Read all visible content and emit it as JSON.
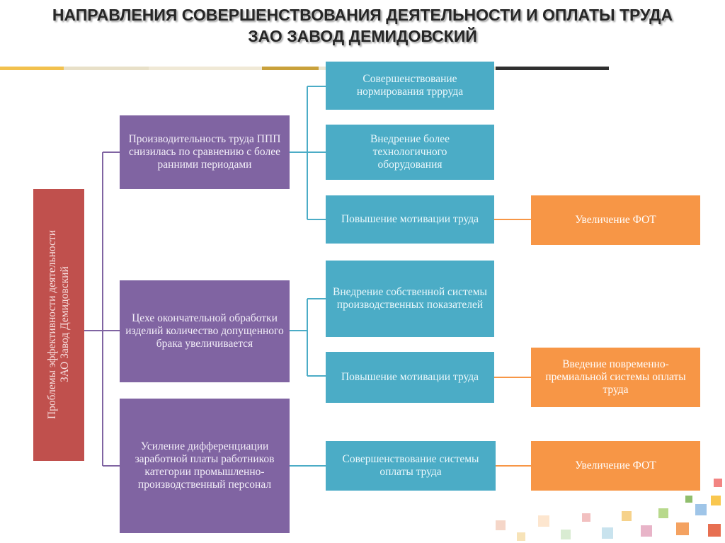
{
  "title": {
    "line1": "НАПРАВЛЕНИЯ СОВЕРШЕНСТВОВАНИЯ ДЕЯТЕЛЬНОСТИ И ОПЛАТЫ ТРУДА",
    "line2": "ЗАО ЗАВОД ДЕМИДОВСКИЙ"
  },
  "root": {
    "line1": "Проблемы эффективности деятельности",
    "line2": "ЗАО Завод Демидовский"
  },
  "problems": [
    "Производительность труда ППП снизилась по сравнению с более ранними периодами",
    "Цехе окончательной обработки изделий количество допущенного брака увеличивается",
    "Усиление дифференциации заработной платы работников категории промышленно-производственный персонал"
  ],
  "directions": [
    "Совершенствование нормирования тррруда",
    "Внедрение более технологичного оборудования",
    "Повышение мотивации труда",
    "Внедрение собственной системы производственных показателей",
    "Повышение мотивации труда",
    "Совершенствование системы оплаты труда"
  ],
  "measures": [
    "Увеличение ФОТ",
    "Введение повременно-премиальной системы оплаты труда",
    "Увеличение ФОТ"
  ],
  "colors": {
    "root": "#c0504d",
    "problem": "#8064a2",
    "direction": "#4bacc6",
    "measure": "#f79646",
    "connector_root": "#8064a2",
    "connector_direction": "#4bacc6",
    "connector_measure": "#f79646"
  }
}
